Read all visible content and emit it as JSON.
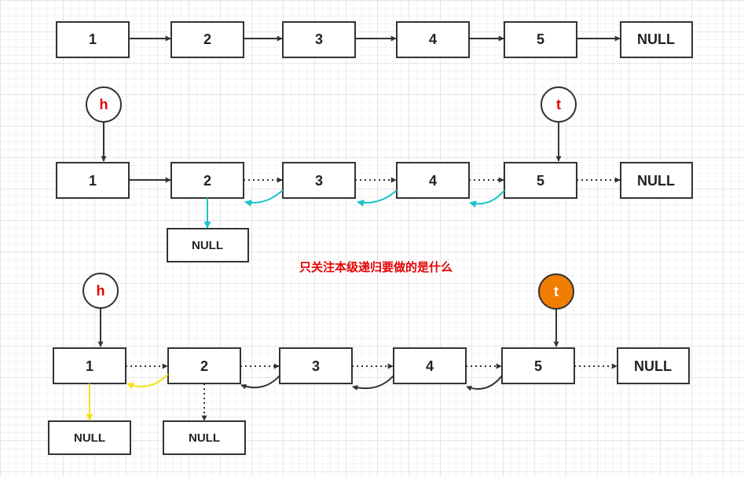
{
  "colors": {
    "stroke": "#333333",
    "teal": "#19c4c8",
    "yellow": "#f5e21a",
    "head": "#e40000",
    "orange": "#f07d00"
  },
  "diagram1": {
    "nodes": [
      "1",
      "2",
      "3",
      "4",
      "5"
    ],
    "end": "NULL"
  },
  "diagram2": {
    "head": "h",
    "tail": "t",
    "nodes": [
      "1",
      "2",
      "3",
      "4",
      "5"
    ],
    "end": "NULL",
    "split": "NULL"
  },
  "note": "只关注本级递归要做的是什么",
  "diagram3": {
    "head": "h",
    "tail": "t",
    "nodes": [
      "1",
      "2",
      "3",
      "4",
      "5"
    ],
    "end": "NULL",
    "split1": "NULL",
    "split2": "NULL"
  }
}
